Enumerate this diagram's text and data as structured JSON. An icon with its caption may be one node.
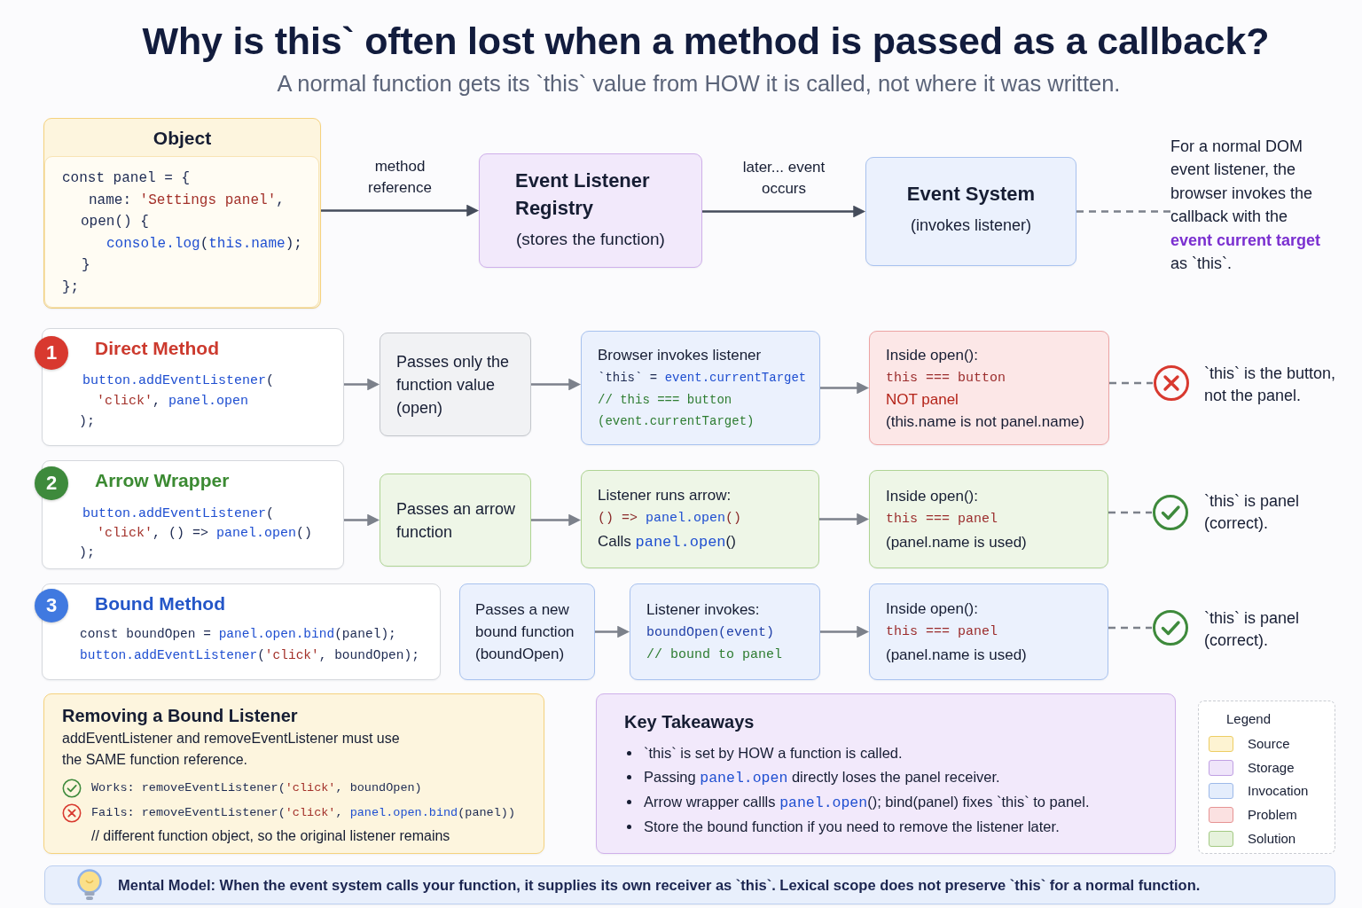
{
  "diagram": {
    "title": "Why is this` often lost when a method is passed as a callback?",
    "nodes": [
      {
        "text": [
          "Object"
        ]
      },
      {
        "text": [
          "const panel = {",
          "name: 'Settings panel',",
          "open() {",
          "console.log(this.name);",
          "}",
          "};"
        ],
        "in": 0
      },
      {
        "text": [
          "Event Listener Registry",
          "(stores the function)"
        ]
      },
      {
        "text": [
          "Event System",
          "(invokes listener)"
        ]
      },
      {
        "text": [
          "For a normal DOM event listener, the browser invokes the callback with the **event current target** as `this`."
        ]
      },
      {
        "text": [
          "1"
        ]
      },
      {
        "text": [
          "Direct Method",
          "button.addEventListener(",
          "'click', panel.open",
          ");"
        ]
      },
      {
        "text": [
          "Passes only the function value (open)"
        ]
      },
      {
        "text": [
          "Browser invokes listener",
          "`this` = event.currentTarget",
          "// this === button",
          "(event.currentTarget)"
        ]
      },
      {
        "text": [
          "Inside open():",
          "this === button",
          "NOT panel",
          "(this.name is not panel.name)"
        ]
      },
      {
        "text": [],
        "shape": "circle",
        "beside": [
          "`this` is the button, not the panel."
        ]
      },
      {
        "text": [
          "2"
        ]
      },
      {
        "text": [
          "Arrow Wrapper",
          "button.addEventListener(",
          "'click', () => panel.open()",
          ");"
        ]
      },
      {
        "text": [
          "Passes an arrow function"
        ]
      },
      {
        "text": [
          "Listener runs arrow:",
          "() => panel.open()",
          "Calls panel.open()"
        ]
      },
      {
        "text": [
          "Inside open():",
          "this === panel",
          "(panel.name is used)"
        ]
      },
      {
        "text": [],
        "shape": "circle",
        "beside": [
          "`this` is panel (correct)."
        ]
      },
      {
        "text": [
          "3"
        ]
      },
      {
        "text": [
          "Bound Method",
          "const boundOpen = panel.open.bind(panel);",
          "button.addEventListener('click', boundOpen);"
        ]
      },
      {
        "text": [
          "Passes a new bound function (boundOpen)"
        ]
      },
      {
        "text": [
          "Listener invokes:",
          "boundOpen(event)",
          "// bound to panel"
        ]
      },
      {
        "text": [
          "Inside open():",
          "this === panel",
          "(panel.name is used)"
        ]
      },
      {
        "text": [],
        "shape": "circle",
        "beside": [
          "`this` is panel (correct)."
        ]
      },
      {
        "text": [
          "Removing a Bound Listener",
          "addEventListener and removeEventListener must use the SAME function reference.",
          "Works: removeEventListener('click', boundOpen)",
          "Fails: removeEventListener('click', panel.open.bind(panel))",
          "// different function object, so the original listener remains"
        ]
      },
      {
        "text": [
          "Key Takeaways",
          "`this` is set by HOW a function is called.",
          "Passing panel.open directly loses the panel receiver.",
          "Arrow wrapper callls panel.open(); bind(panel) fixes `this` to panel.",
          "Store the bound function if you need to remove the listener later."
        ]
      },
      {
        "text": [
          "Mental Model: When the event system calls your function, it supplies its own receiver as `this`. Lexical scope does not preserve `this` for a normal function."
        ]
      }
    ],
    "edges": [
      {
        "from": 0,
        "to": 2,
        "arrow": "to",
        "label": "method reference",
        "color": "#454c5b"
      },
      {
        "from": 2,
        "to": 3,
        "arrow": "to",
        "label": "later... event occurs",
        "color": "#454c5b"
      },
      {
        "from": 3,
        "to": 4,
        "arrow": "none",
        "style": "dashed"
      },
      {
        "from": 6,
        "to": 7,
        "arrow": "to"
      },
      {
        "from": 7,
        "to": 8,
        "arrow": "to"
      },
      {
        "from": 8,
        "to": 9,
        "arrow": "to"
      },
      {
        "from": 9,
        "to": 10,
        "arrow": "none",
        "style": "dashed"
      },
      {
        "from": 12,
        "to": 13,
        "arrow": "to"
      },
      {
        "from": 13,
        "to": 14,
        "arrow": "to"
      },
      {
        "from": 14,
        "to": 15,
        "arrow": "to"
      },
      {
        "from": 15,
        "to": 16,
        "arrow": "none",
        "style": "dashed"
      },
      {
        "from": 19,
        "to": 20,
        "arrow": "to"
      },
      {
        "from": 20,
        "to": 21,
        "arrow": "to"
      },
      {
        "from": 21,
        "to": 22,
        "arrow": "none",
        "style": "dashed"
      }
    ],
    "labels": [
      "A normal function gets its `this` value from HOW it is called, not where it was written.",
      "Legend"
    ],
    "legend": [
      {
        "text": "Source",
        "color": "#fdf3d2"
      },
      {
        "text": "Storage",
        "color": "#efe5fa"
      },
      {
        "text": "Invocation",
        "color": "#e4edfc"
      },
      {
        "text": "Problem",
        "color": "#fbe1e1"
      },
      {
        "text": "Solution",
        "color": "#e6f2dc"
      }
    ]
  }
}
